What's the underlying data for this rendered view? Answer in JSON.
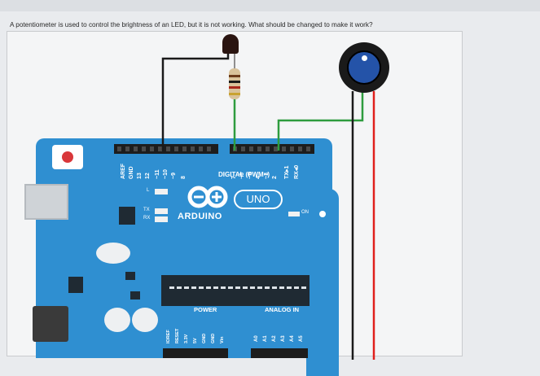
{
  "question": "A potentiometer is used to control the brightness of an LED, but it is not working. What should be changed to make it work?",
  "board": {
    "digital_label": "DIGITAL (PWM~)",
    "brand": "ARDUINO",
    "model": "UNO",
    "logo_symbol": "∞",
    "power_label": "POWER",
    "analog_label": "ANALOG IN",
    "on_label": "ON",
    "led_l": "L",
    "led_tx": "TX",
    "led_rx": "RX",
    "top_pins": [
      "AREF",
      "GND",
      "13",
      "12",
      "~11",
      "~10",
      "~9",
      "8",
      "7",
      "~6",
      "~5",
      "4",
      "~3",
      "2",
      "TX▸1",
      "RX◂0"
    ],
    "power_pins": [
      "IOREF",
      "RESET",
      "3.3V",
      "5V",
      "GND",
      "GND",
      "Vin"
    ],
    "analog_pins": [
      "A0",
      "A1",
      "A2",
      "A3",
      "A4",
      "A5"
    ]
  },
  "colors": {
    "board": "#2f8fd1",
    "wire_black": "#1a1a1a",
    "wire_green": "#2e9c3e",
    "wire_red": "#e0201c",
    "pot_knob": "#2453a8"
  }
}
